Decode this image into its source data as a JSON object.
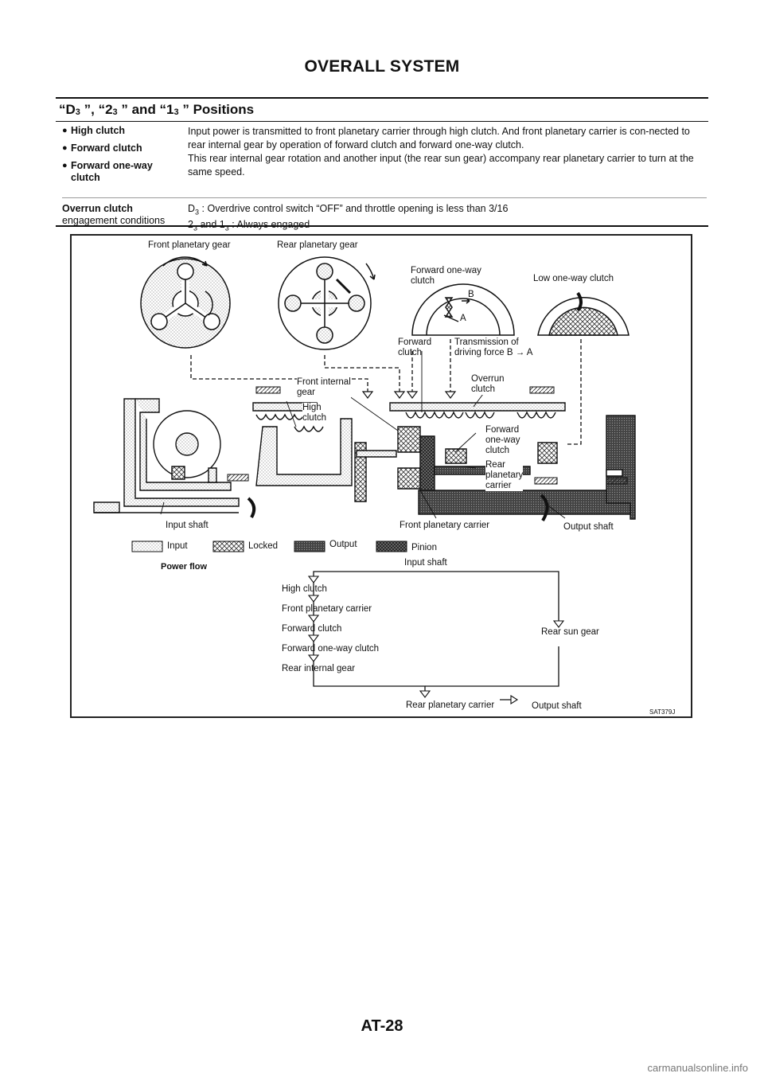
{
  "header": {
    "title": "OVERALL SYSTEM"
  },
  "section": {
    "title_parts": [
      "“D",
      "3",
      " ”, “2",
      "3",
      " ” and “1",
      "3",
      " ” Positions"
    ]
  },
  "table": {
    "row1": {
      "items": [
        "High clutch",
        "Forward clutch",
        "Forward one-way\nclutch"
      ],
      "description": [
        "Input power is transmitted to front planetary carrier through high clutch. And front planetary carrier is con-nected to rear internal gear by operation of forward clutch and forward one-way clutch.",
        "This rear internal gear rotation and another input (the rear sun gear) accompany rear planetary carrier to turn at the same speed."
      ]
    },
    "row2": {
      "label_bold": "Overrun clutch",
      "label_plain": "engagement conditions",
      "line1_parts": [
        "D",
        "3",
        " : Overdrive control switch “OFF” and throttle opening is less than 3/16"
      ],
      "line2_parts": [
        "2",
        "3",
        "  and 1",
        "3",
        " : Always engaged"
      ]
    }
  },
  "figure": {
    "labels": {
      "front_planetary_gear": "Front planetary gear",
      "rear_planetary_gear": "Rear planetary gear",
      "forward_one_way_clutch": "Forward one-way\nclutch",
      "low_one_way_clutch": "Low one-way clutch",
      "mark_b": "B",
      "mark_a": "A",
      "forward_clutch": "Forward\nclutch",
      "transmission_of_driving_force": "Transmission of\ndriving force B → A",
      "front_internal_gear": "Front internal\ngear",
      "high_clutch": "High\nclutch",
      "overrun_clutch": "Overrun\nclutch",
      "forward_one_way_clutch_2": "Forward\none-way\nclutch",
      "rear_planetary_carrier": "Rear\nplanetary\ncarrier",
      "input_shaft": "Input shaft",
      "front_planetary_carrier": "Front planetary carrier",
      "output_shaft": "Output shaft"
    },
    "legend": [
      "Input",
      "Locked",
      "Output",
      "Pinion"
    ],
    "power_flow": {
      "title": "Power flow",
      "top": "Input shaft",
      "left_chain": [
        "High clutch",
        "Front planetary carrier",
        "Forward clutch",
        "Forward one-way clutch",
        "Rear internal gear"
      ],
      "right": "Rear sun gear",
      "bottom_left": "Rear planetary carrier",
      "bottom_right": "Output shaft"
    },
    "code": "SAT379J"
  },
  "footer": {
    "page_number": "AT-28",
    "watermark": "carmanualsonline.info"
  }
}
